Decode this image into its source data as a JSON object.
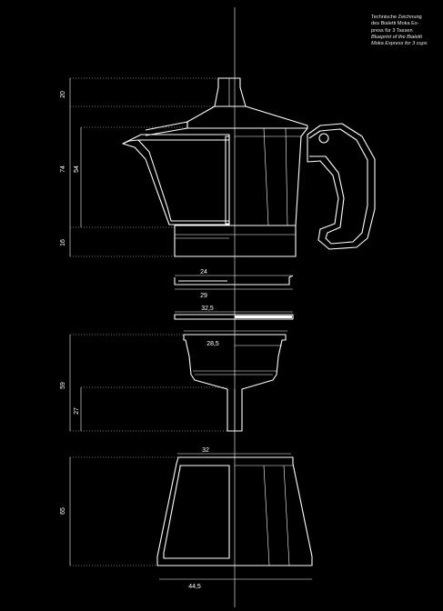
{
  "caption": {
    "line1": "Technische Zeichnung",
    "line2": "des Bialetti Moka Ex-",
    "line3": "press für 3 Tassen",
    "line4": "Blueprint of the Bialetti",
    "line5": "Moka Express for 3 cups"
  },
  "dims": {
    "top_lid": "20",
    "upper_total": "74",
    "upper_inner": "54",
    "base_band": "16",
    "gasket_top": "24",
    "gasket_bottom": "29",
    "filter_plate": "32,5",
    "funnel_width": "28,5",
    "funnel_height": "59",
    "funnel_stem": "27",
    "boiler_top": "32",
    "boiler_height": "65",
    "boiler_bottom": "44,5"
  }
}
